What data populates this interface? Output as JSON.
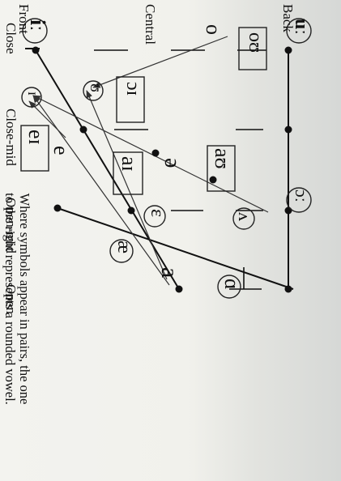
{
  "columns": {
    "front": "Front",
    "central": "Central",
    "back": "Back"
  },
  "heights": {
    "close": "Close",
    "close_mid": "Close-mid",
    "open_mid": "Open-mid",
    "open": "Open"
  },
  "vowels": {
    "i_long": "iː",
    "u_long": "uː",
    "o": "o",
    "ou": "oʊ",
    "upsilon": "ʊ",
    "schwa": "ə",
    "oi": "ɔɪ",
    "ai": "aɪ",
    "au": "aʊ",
    "small_cap_i": "ɪ",
    "ei": "eɪ",
    "e": "e",
    "open_e": "ɛ",
    "ae": "æ",
    "a": "a",
    "open_o": "ɔː",
    "wedge": "ʌ",
    "script_a": "ɑ"
  },
  "caption": {
    "line1": "Where symbols appear in pairs, the one",
    "line2": "to the right represents a rounded vowel."
  }
}
